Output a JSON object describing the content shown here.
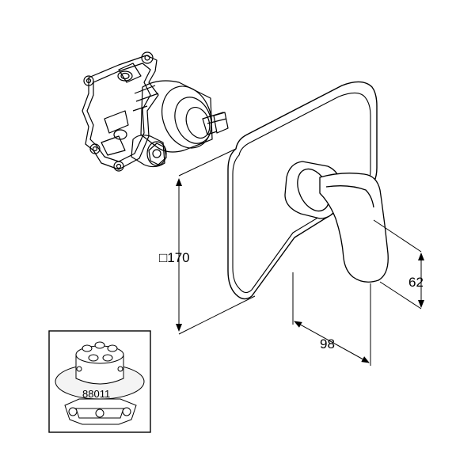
{
  "dimensions": {
    "height_label": "□170",
    "depth_label": "98",
    "lever_offset_label": "62"
  },
  "inset": {
    "part_number": "88011"
  }
}
